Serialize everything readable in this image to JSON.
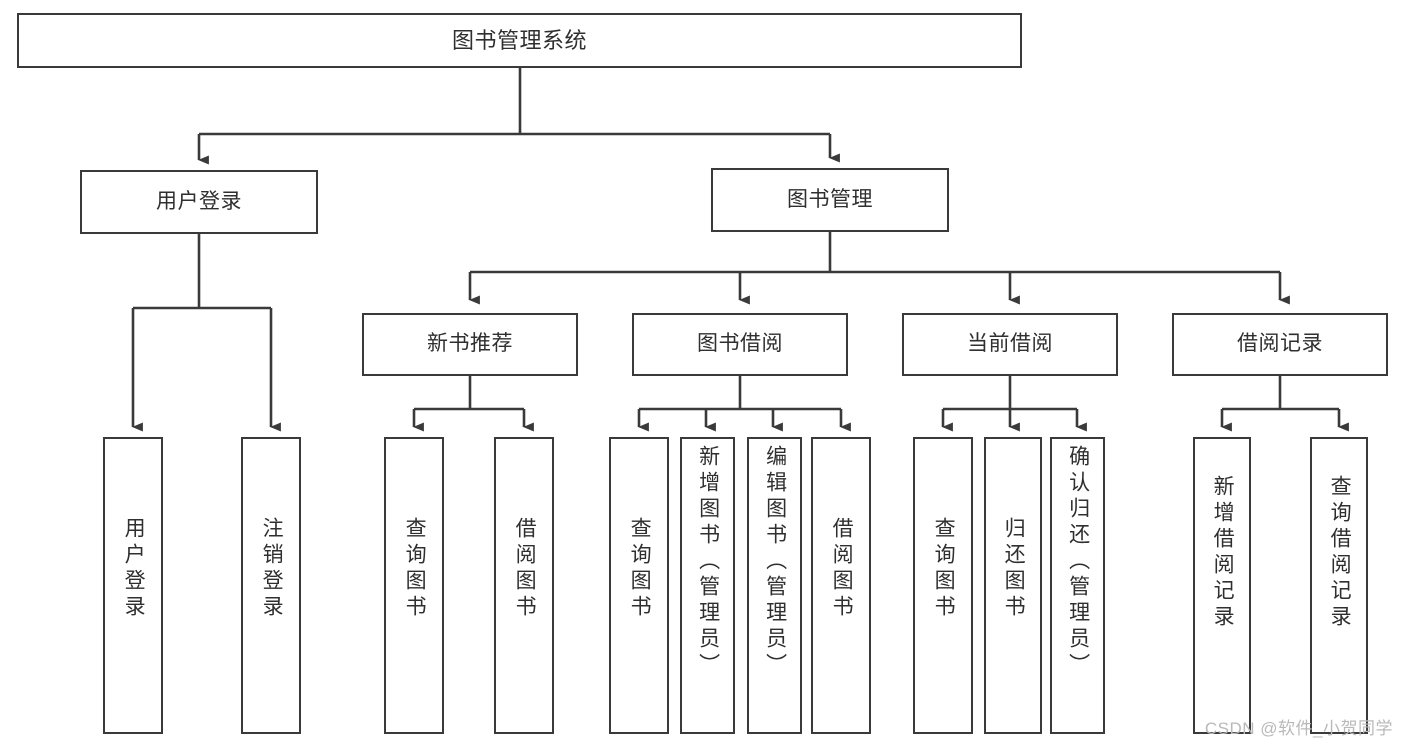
{
  "diagram": {
    "title": "图书管理系统",
    "type": "tree",
    "stroke_color": "#3a3a3a",
    "text_color": "#2f2f2f",
    "background_color": "#ffffff",
    "nodes": {
      "root": {
        "label": "图书管理系统"
      },
      "level2": [
        {
          "id": "user-login",
          "label": "用户登录"
        },
        {
          "id": "book-manage",
          "label": "图书管理"
        }
      ],
      "level3": [
        {
          "id": "new-book-recommend",
          "label": "新书推荐"
        },
        {
          "id": "book-borrow",
          "label": "图书借阅"
        },
        {
          "id": "current-borrow",
          "label": "当前借阅"
        },
        {
          "id": "borrow-record",
          "label": "借阅记录"
        }
      ],
      "leaves": [
        {
          "id": "leaf-user-login",
          "label": "用户登录",
          "parent": "user-login"
        },
        {
          "id": "leaf-logout",
          "label": "注销登录",
          "parent": "user-login"
        },
        {
          "id": "leaf-query-book-1",
          "label": "查询图书",
          "parent": "new-book-recommend"
        },
        {
          "id": "leaf-borrow-book-1",
          "label": "借阅图书",
          "parent": "new-book-recommend"
        },
        {
          "id": "leaf-query-book-2",
          "label": "查询图书",
          "parent": "book-borrow"
        },
        {
          "id": "leaf-add-book",
          "label": "新增图书（管理员）",
          "parent": "book-borrow"
        },
        {
          "id": "leaf-edit-book",
          "label": "编辑图书（管理员）",
          "parent": "book-borrow"
        },
        {
          "id": "leaf-borrow-book-2",
          "label": "借阅图书",
          "parent": "book-borrow"
        },
        {
          "id": "leaf-query-book-3",
          "label": "查询图书",
          "parent": "current-borrow"
        },
        {
          "id": "leaf-return-book",
          "label": "归还图书",
          "parent": "current-borrow"
        },
        {
          "id": "leaf-confirm-return",
          "label": "确认归还（管理员）",
          "parent": "current-borrow"
        },
        {
          "id": "leaf-add-record",
          "label": "新增借阅记录",
          "parent": "borrow-record"
        },
        {
          "id": "leaf-query-record",
          "label": "查询借阅记录",
          "parent": "borrow-record"
        }
      ]
    }
  },
  "watermark": {
    "text": "CSDN @软件_小贺同学"
  }
}
